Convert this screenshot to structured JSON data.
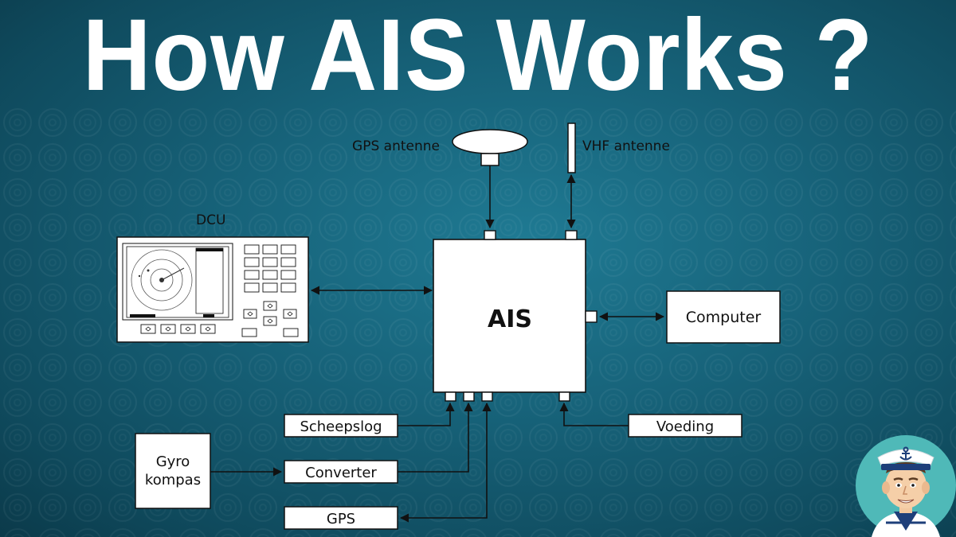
{
  "title": "How AIS Works ?",
  "diagram": {
    "gps_antenna_label": "GPS antenne",
    "vhf_antenna_label": "VHF antenne",
    "dcu_label": "DCU",
    "ais_label": "AIS",
    "computer_label": "Computer",
    "scheepslog_label": "Scheepslog",
    "converter_label": "Converter",
    "gps_label": "GPS",
    "voeding_label": "Voeding",
    "gyro_line1": "Gyro",
    "gyro_line2": "kompas"
  },
  "colors": {
    "background": "#17637a",
    "box_fill": "#ffffff",
    "line": "#111111",
    "title": "#ffffff"
  }
}
